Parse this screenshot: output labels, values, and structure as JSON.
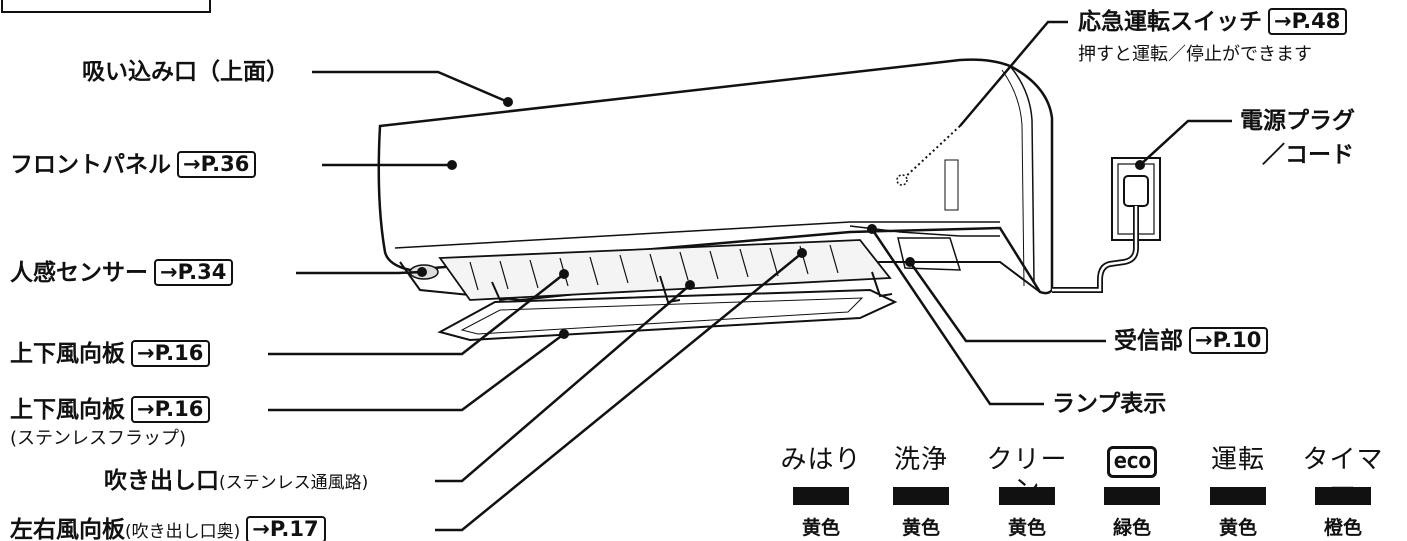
{
  "labels": {
    "intake": "吸い込み口（上面）",
    "front_panel": "フロントパネル",
    "front_panel_ref": "→P.36",
    "sensor": "人感センサー",
    "sensor_ref": "→P.34",
    "louver_upper": "上下風向板",
    "louver_upper_ref": "→P.16",
    "louver_lower": "上下風向板",
    "louver_lower_ref": "→P.16",
    "louver_lower_note": "(ステンレスフラップ)",
    "outlet": "吹き出し口",
    "outlet_note": "(ステンレス通風路)",
    "lr_louver": "左右風向板",
    "lr_louver_note": "(吹き出し口奥)",
    "lr_louver_ref": "→P.17",
    "emergency": "応急運転スイッチ",
    "emergency_ref": "→P.48",
    "emergency_note": "押すと運転／停止ができます",
    "power_line1": "電源プラグ",
    "power_line2": "／コード",
    "receiver": "受信部",
    "receiver_ref": "→P.10",
    "lamp": "ランプ表示"
  },
  "indicators": [
    {
      "name": "みはり",
      "color": "黄色"
    },
    {
      "name": "洗浄",
      "color": "黄色"
    },
    {
      "name": "クリーン",
      "color": "黄色"
    },
    {
      "name": "eco",
      "color": "緑色"
    },
    {
      "name": "運転",
      "color": "黄色"
    },
    {
      "name": "タイマー",
      "color": "橙色"
    }
  ],
  "colors": {
    "ink": "#111111",
    "background": "#ffffff"
  }
}
